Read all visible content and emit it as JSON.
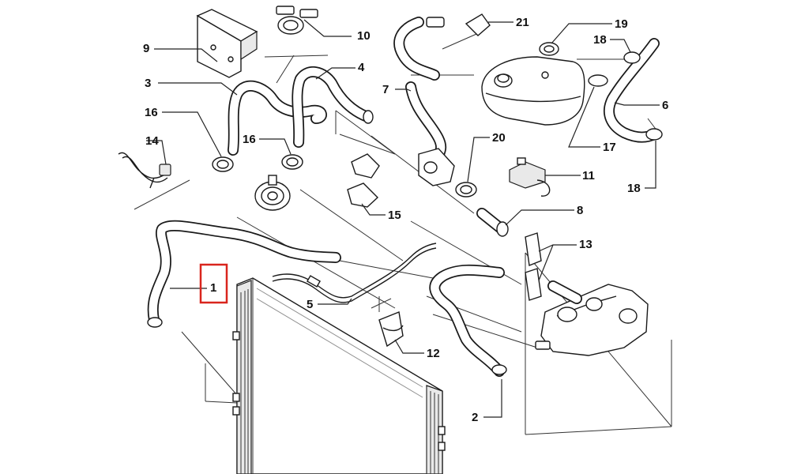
{
  "callouts": {
    "c1": "1",
    "c2": "2",
    "c3": "3",
    "c4": "4",
    "c5": "5",
    "c6": "6",
    "c7": "7",
    "c8": "8",
    "c9": "9",
    "c10": "10",
    "c11": "11",
    "c12": "12",
    "c13": "13",
    "c14": "14",
    "c15": "15",
    "c16a": "16",
    "c16b": "16",
    "c17": "17",
    "c18a": "18",
    "c18b": "18",
    "c19": "19",
    "c20": "20",
    "c21": "21"
  },
  "highlight": {
    "callout": "1",
    "color": "#d9251d"
  }
}
